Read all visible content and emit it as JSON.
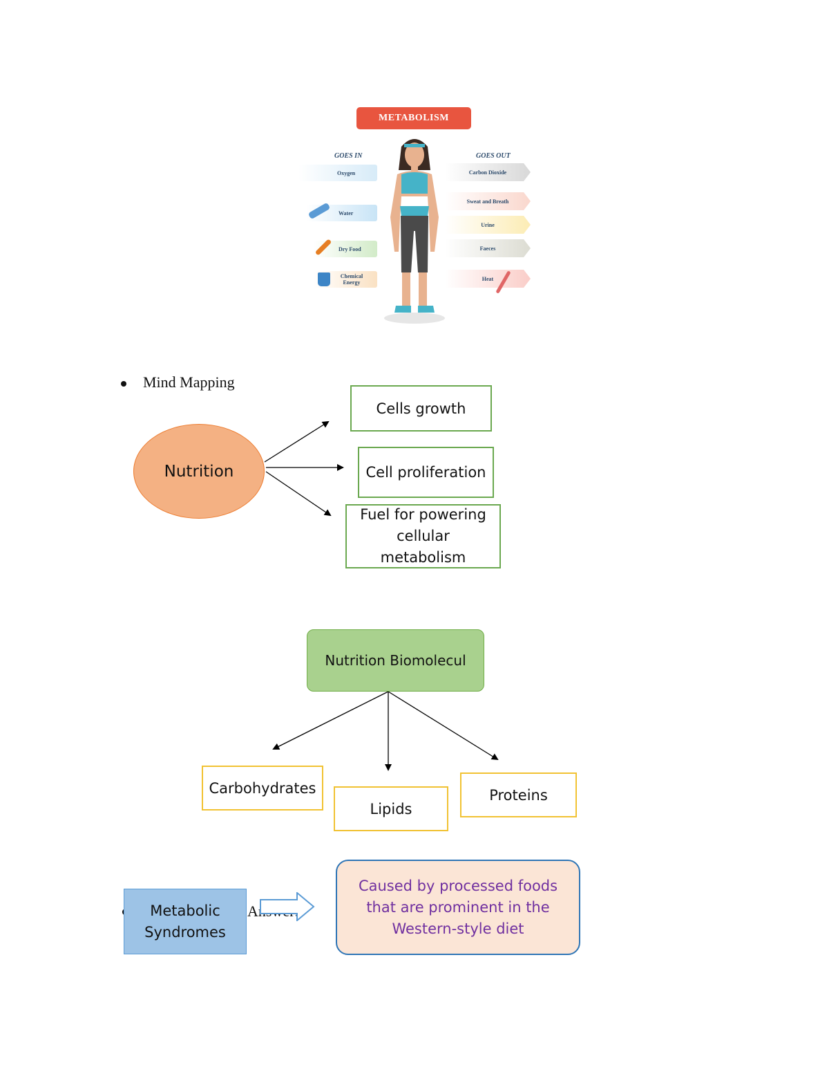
{
  "infographic": {
    "title": "METABOLISM",
    "goes_in_label": "GOES IN",
    "goes_out_label": "GOES OUT",
    "inputs": [
      "Oxygen",
      "Water",
      "Dry Food",
      "Chemical Energy"
    ],
    "outputs": [
      "Carbon Dioxide",
      "Sweat and Breath",
      "Urine",
      "Faeces",
      "Heat"
    ]
  },
  "bullet1": {
    "label": "Mind Mapping"
  },
  "mindmap": {
    "center": "Nutrition",
    "nodes": [
      "Cells growth",
      "Cell proliferation",
      "Fuel for powering cellular metabolism"
    ]
  },
  "tree": {
    "root": "Nutrition Biomolecul",
    "children": [
      "Carbohydrates",
      "Lipids",
      "Proteins"
    ]
  },
  "answer_row": {
    "hidden_text": "Answer:",
    "left_box": "Metabolic Syndromes",
    "right_box": "Caused by processed foods that are prominent in the Western-style diet",
    "right_color": "#7030a0"
  }
}
